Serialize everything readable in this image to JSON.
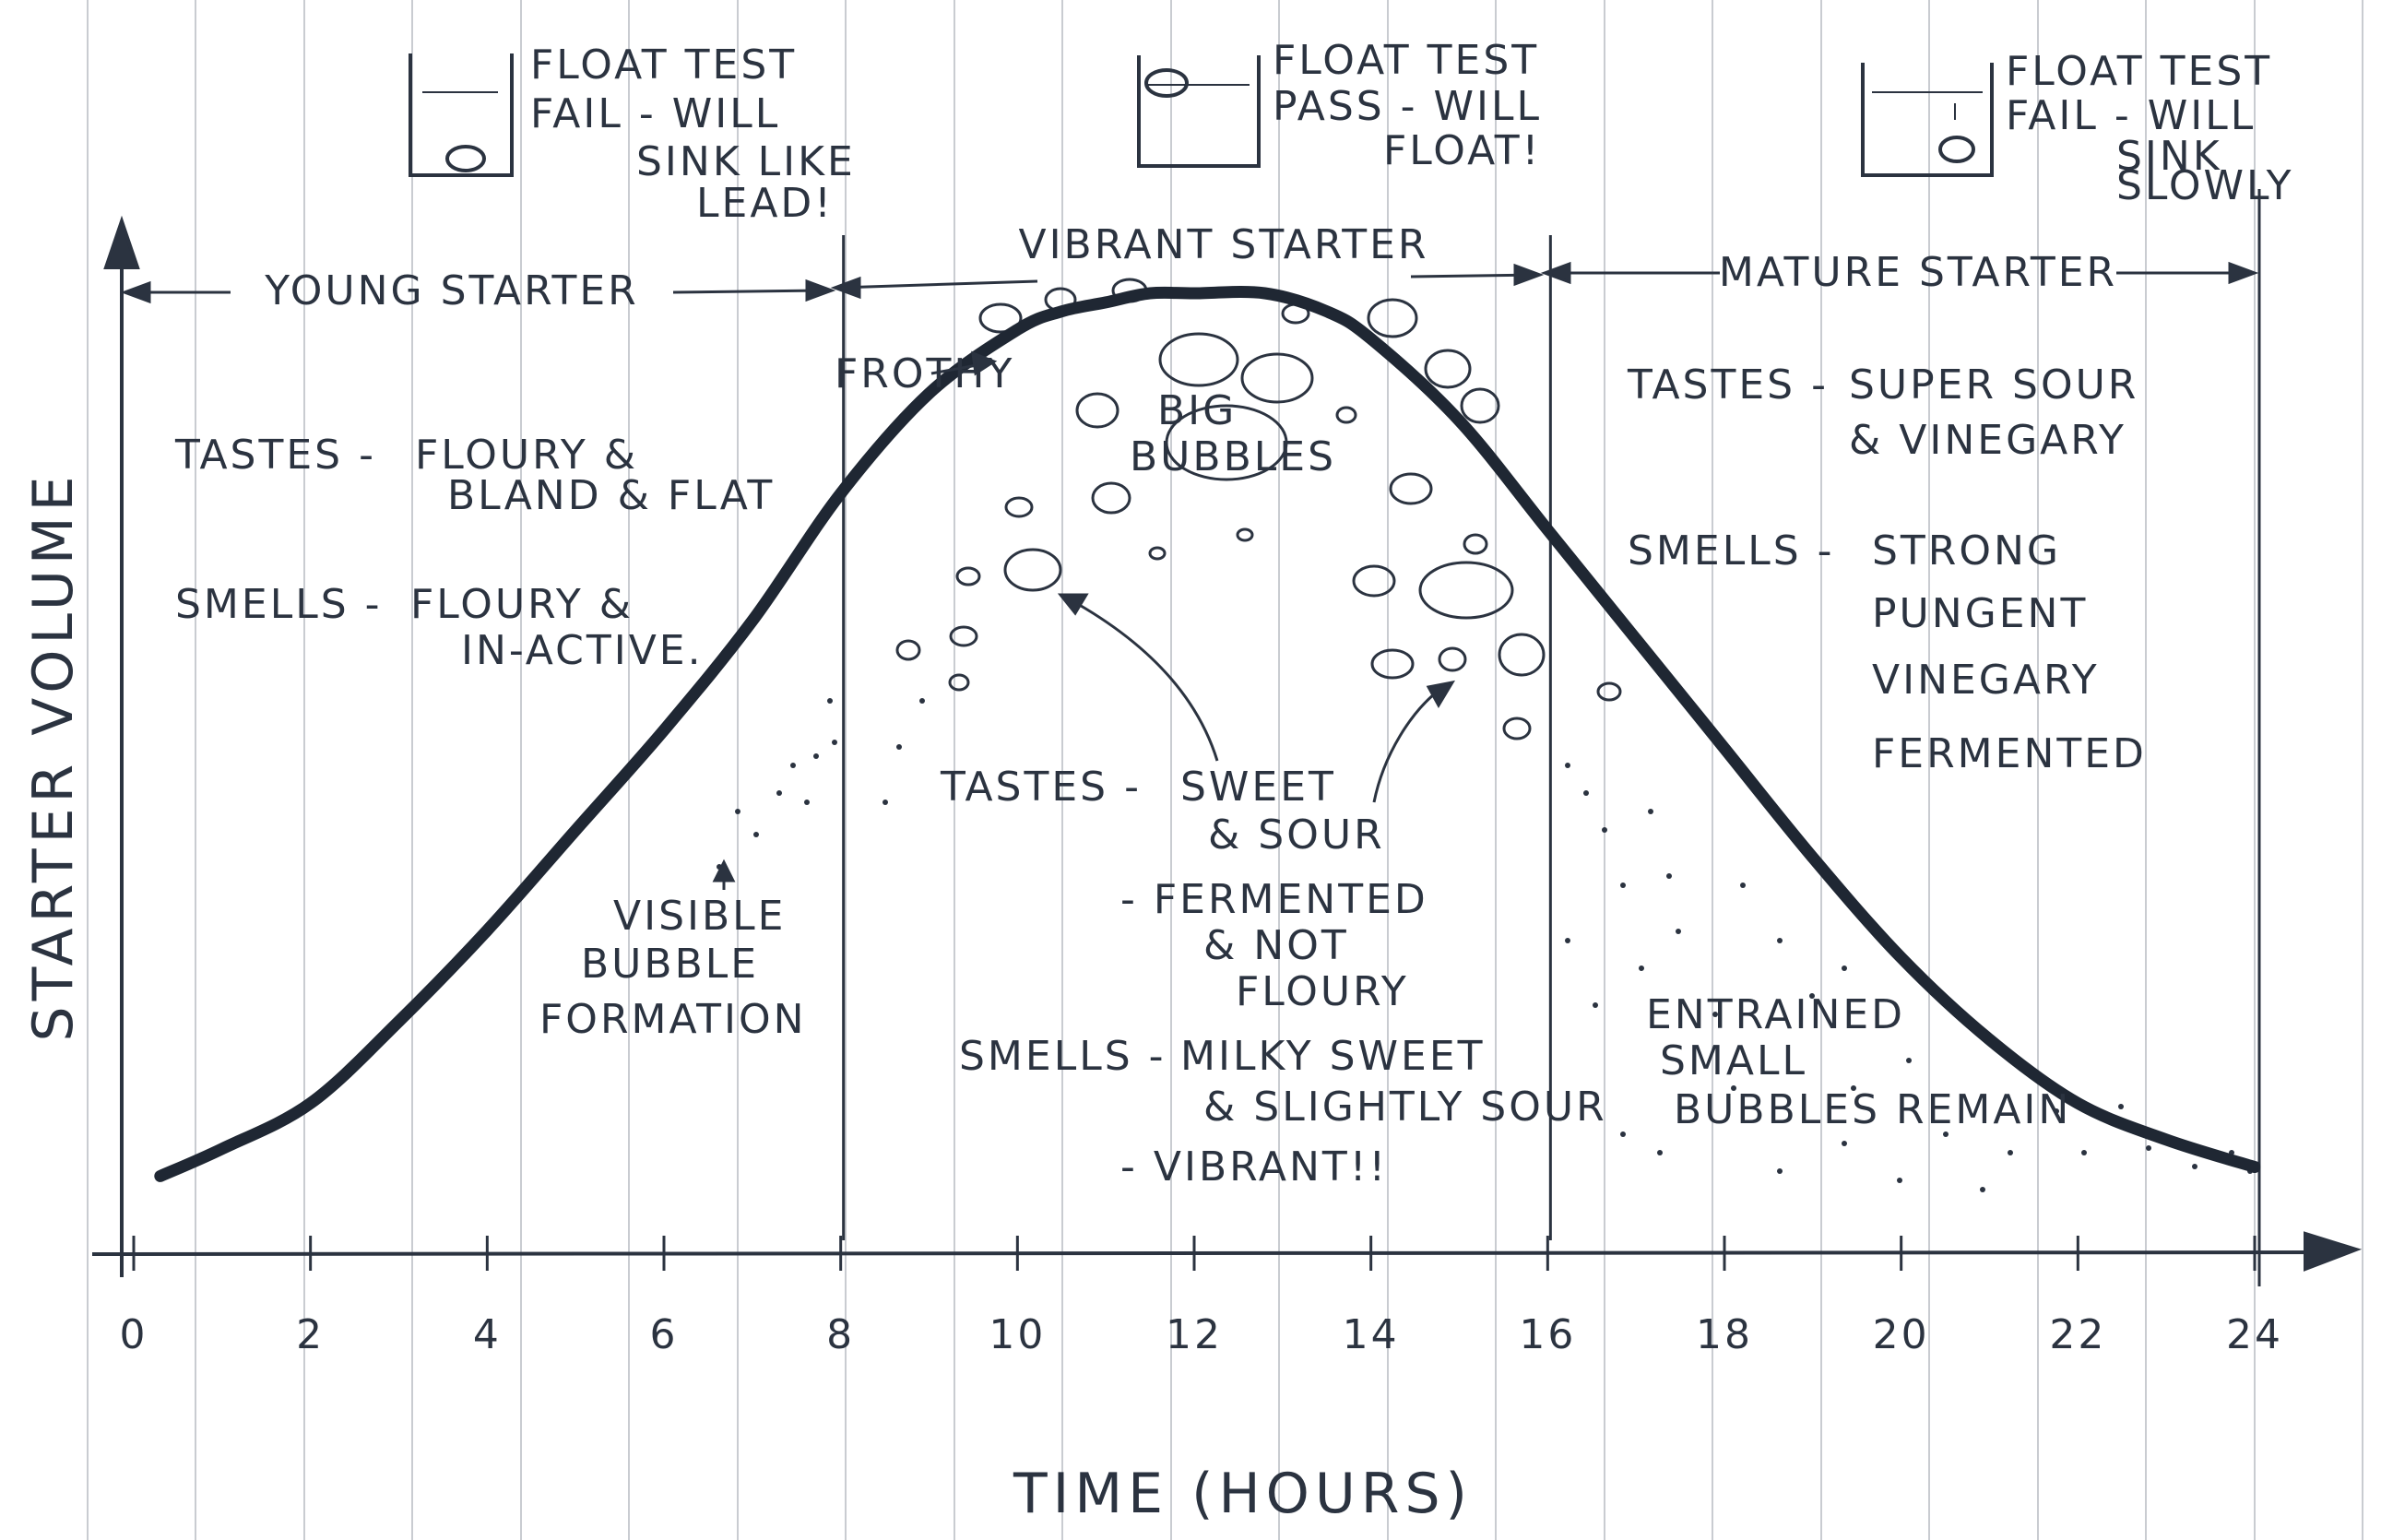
{
  "chart_data": {
    "type": "line",
    "title": "",
    "xlabel": "TIME (HOURS)",
    "ylabel": "STARTER VOLUME",
    "xlim": [
      0,
      24
    ],
    "x_ticks": [
      "0",
      "2",
      "4",
      "6",
      "8",
      "10",
      "12",
      "14",
      "16",
      "18",
      "20",
      "22",
      "24"
    ],
    "grid": "vertical lines (notebook paper)",
    "series": [
      {
        "x": [
          0.3,
          1,
          2,
          3,
          4,
          5,
          6,
          7,
          8,
          9,
          10,
          10.5,
          11,
          11.5,
          12,
          12.8,
          13.5,
          14,
          15,
          16,
          17,
          18,
          19,
          20,
          21,
          22,
          23,
          24
        ],
        "y": [
          0.03,
          0.06,
          0.11,
          0.2,
          0.3,
          0.41,
          0.52,
          0.64,
          0.78,
          0.89,
          0.96,
          0.98,
          0.99,
          1.0,
          1.0,
          1.0,
          0.98,
          0.95,
          0.86,
          0.74,
          0.62,
          0.5,
          0.38,
          0.27,
          0.18,
          0.11,
          0.07,
          0.04
        ]
      }
    ],
    "phase_boundaries": [
      8,
      16
    ],
    "phases": [
      {
        "id": "young",
        "name": "YOUNG STARTER",
        "tastes_label": "TASTES -",
        "tastes_lines": [
          "FLOURY &",
          "BLAND & FLAT"
        ],
        "smells_label": "SMELLS -",
        "smells_lines": [
          "FLOURY &",
          "IN-ACTIVE."
        ],
        "float_test_lines": [
          "FLOAT TEST",
          "FAIL - WILL",
          "SINK LIKE",
          "LEAD!"
        ]
      },
      {
        "id": "vibrant",
        "name": "VIBRANT STARTER",
        "tastes_label": "TASTES -",
        "tastes_lines": [
          "SWEET",
          "& SOUR",
          "- FERMENTED",
          "& NOT",
          "FLOURY"
        ],
        "smells_label": "SMELLS -",
        "smells_lines": [
          "MILKY SWEET",
          "& SLIGHTLY SOUR",
          "- VIBRANT!!"
        ],
        "float_test_lines": [
          "FLOAT TEST",
          "PASS - WILL",
          "FLOAT!"
        ]
      },
      {
        "id": "mature",
        "name": "MATURE STARTER",
        "tastes_label": "TASTES -",
        "tastes_lines": [
          "SUPER SOUR",
          "& VINEGARY"
        ],
        "smells_label": "SMELLS -",
        "smells_lines": [
          "STRONG",
          "PUNGENT",
          "VINEGARY",
          "FERMENTED"
        ],
        "float_test_lines": [
          "FLOAT TEST",
          "FAIL - WILL",
          "SINK",
          "SLOWLY"
        ]
      }
    ],
    "annotations": {
      "frothy": "FROTHY",
      "big_bubbles": [
        "BIG",
        "BUBBLES"
      ],
      "visible_bubble": [
        "VISIBLE",
        "BUBBLE",
        "FORMATION"
      ],
      "entrained": [
        "ENTRAINED",
        "SMALL",
        "BUBBLES REMAIN"
      ]
    }
  },
  "colors": {
    "ink": "#2b3340",
    "curve": "#1f2733",
    "paper_lines": "#c9ccd1",
    "paper": "#ffffff"
  }
}
